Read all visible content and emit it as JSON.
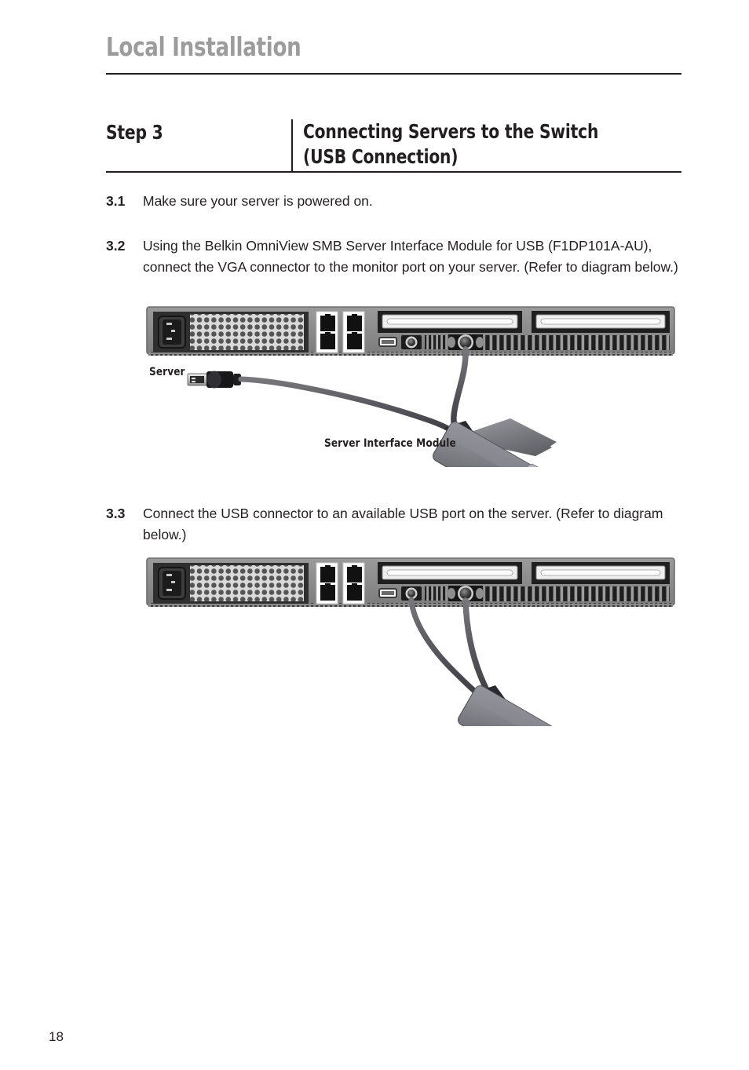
{
  "header": {
    "title": "Local Installation"
  },
  "step": {
    "label": "Step 3",
    "title_line1": "Connecting Servers to the Switch",
    "title_line2": "(USB Connection)"
  },
  "steps": [
    {
      "number": "3.1",
      "text": "Make sure your server is powered on."
    },
    {
      "number": "3.2",
      "text": "Using the Belkin OmniView SMB Server Interface Module for USB (F1DP101A-AU), connect the VGA connector to the monitor port on your server. (Refer to diagram below.)"
    },
    {
      "number": "3.3",
      "text": "Connect the USB connector to an available USB port on the server. (Refer to diagram below.)"
    }
  ],
  "figures": [
    {
      "name": "vga-connection-diagram",
      "captions": {
        "server": "Server",
        "module": "Server Interface Module"
      }
    },
    {
      "name": "usb-connection-diagram",
      "captions": {
        "server": "",
        "module": ""
      }
    }
  ],
  "footer": {
    "page_number": "18"
  },
  "colors": {
    "header_gray": "#9c9c9c",
    "text_black": "#231f20",
    "chassis_gray": "#8a8a8a",
    "chassis_dark": "#3a3a3a",
    "module_gray": "#6e6e72",
    "cable_gray": "#55555a"
  }
}
